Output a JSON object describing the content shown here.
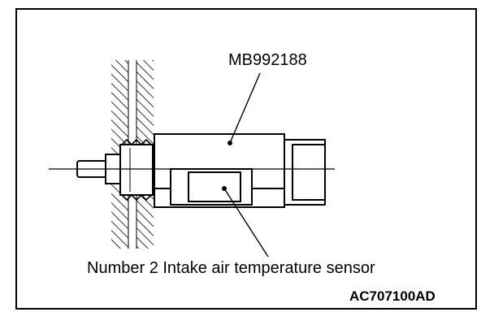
{
  "callouts": {
    "tool": "MB992188",
    "sensor": "Number 2 Intake air temperature sensor"
  },
  "figure_code": "AC707100AD",
  "colors": {
    "line": "#000000",
    "background": "#ffffff"
  }
}
